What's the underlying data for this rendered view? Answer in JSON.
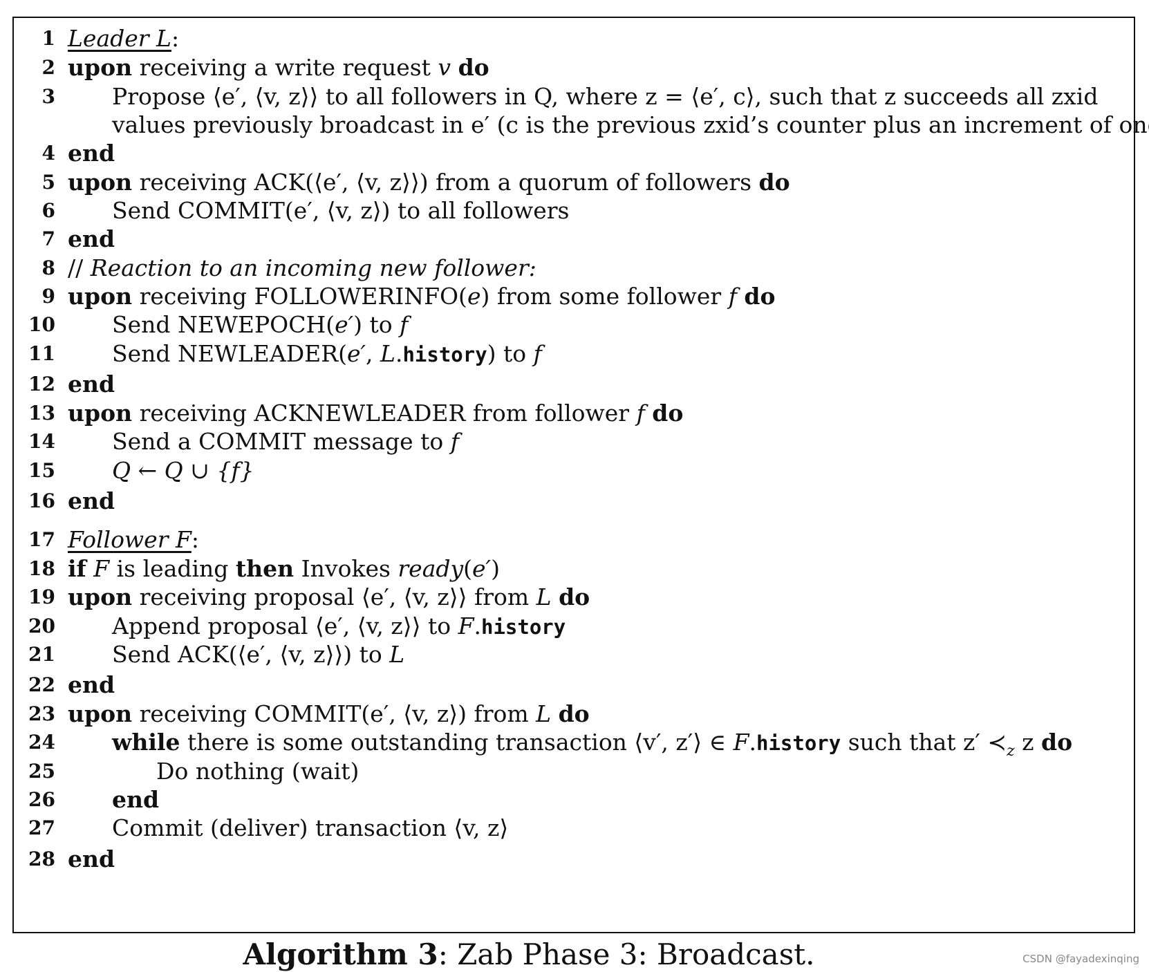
{
  "lines": [
    {
      "n": "1",
      "p": [
        [
          "Leader L",
          "iu"
        ],
        [
          ":",
          ""
        ]
      ]
    },
    {
      "n": "2",
      "p": [
        [
          "upon",
          "b"
        ],
        [
          " receiving a write request ",
          ""
        ],
        [
          "v",
          "i"
        ],
        [
          " ",
          ""
        ],
        [
          "do",
          "b"
        ]
      ]
    },
    {
      "n": "3",
      "p": [
        [
          "Propose ⟨e′, ⟨v, z⟩⟩ to all followers in Q, where z = ⟨e′, c⟩, such that z succeeds all zxid",
          ""
        ]
      ]
    },
    {
      "n": "",
      "p": [
        [
          "values previously broadcast in e′ (c is the previous zxid’s counter plus an increment of one)",
          ""
        ]
      ]
    },
    {
      "n": "4",
      "p": [
        [
          "end",
          "b"
        ]
      ]
    },
    {
      "n": "5",
      "p": [
        [
          "upon",
          "b"
        ],
        [
          " receiving ACK(⟨e′, ⟨v, z⟩⟩) from a quorum of followers ",
          ""
        ],
        [
          "do",
          "b"
        ]
      ]
    },
    {
      "n": "6",
      "p": [
        [
          "Send COMMIT(e′, ⟨v, z⟩) to all followers",
          ""
        ]
      ]
    },
    {
      "n": "7",
      "p": [
        [
          "end",
          "b"
        ]
      ]
    },
    {
      "n": "8",
      "p": [
        [
          "// ",
          ""
        ],
        [
          "Reaction to an incoming new follower:",
          "i"
        ]
      ]
    },
    {
      "n": "9",
      "p": [
        [
          "upon",
          "b"
        ],
        [
          " receiving FOLLOWERINFO(",
          ""
        ],
        [
          "e",
          "i"
        ],
        [
          ") from some follower ",
          ""
        ],
        [
          "f",
          "i"
        ],
        [
          " ",
          ""
        ],
        [
          "do",
          "b"
        ]
      ]
    },
    {
      "n": "10",
      "p": [
        [
          "Send NEWEPOCH(",
          ""
        ],
        [
          "e′",
          "i"
        ],
        [
          ") to ",
          ""
        ],
        [
          "f",
          "i"
        ]
      ]
    },
    {
      "n": "11",
      "p": [
        [
          "Send NEWLEADER(",
          ""
        ],
        [
          "e′",
          "i"
        ],
        [
          ", ",
          ""
        ],
        [
          "L",
          "i"
        ],
        [
          ".",
          ""
        ],
        [
          "history",
          "m"
        ],
        [
          ") to ",
          ""
        ],
        [
          "f",
          "i"
        ]
      ]
    },
    {
      "n": "12",
      "p": [
        [
          "end",
          "b"
        ]
      ]
    },
    {
      "n": "13",
      "p": [
        [
          "upon",
          "b"
        ],
        [
          " receiving ACKNEWLEADER from follower ",
          ""
        ],
        [
          "f",
          "i"
        ],
        [
          " ",
          ""
        ],
        [
          "do",
          "b"
        ]
      ]
    },
    {
      "n": "14",
      "p": [
        [
          "Send a COMMIT message to ",
          ""
        ],
        [
          "f",
          "i"
        ]
      ]
    },
    {
      "n": "15",
      "p": [
        [
          "Q ← Q ∪ {f}",
          "i"
        ]
      ]
    },
    {
      "n": "16",
      "p": [
        [
          "end",
          "b"
        ]
      ]
    },
    {
      "n": "17",
      "p": [
        [
          "Follower F",
          "iu"
        ],
        [
          ":",
          ""
        ]
      ]
    },
    {
      "n": "18",
      "p": [
        [
          "if",
          "b"
        ],
        [
          " ",
          ""
        ],
        [
          "F",
          "i"
        ],
        [
          " is leading ",
          ""
        ],
        [
          "then",
          "b"
        ],
        [
          " Invokes ",
          ""
        ],
        [
          "ready",
          "i"
        ],
        [
          "(",
          ""
        ],
        [
          "e′",
          "i"
        ],
        [
          ")",
          ""
        ]
      ]
    },
    {
      "n": "19",
      "p": [
        [
          "upon",
          "b"
        ],
        [
          " receiving proposal ⟨e′, ⟨v, z⟩⟩ from ",
          ""
        ],
        [
          "L",
          "i"
        ],
        [
          " ",
          ""
        ],
        [
          "do",
          "b"
        ]
      ]
    },
    {
      "n": "20",
      "p": [
        [
          "Append proposal ⟨e′, ⟨v, z⟩⟩ to ",
          ""
        ],
        [
          "F",
          "i"
        ],
        [
          ".",
          ""
        ],
        [
          "history",
          "m"
        ]
      ]
    },
    {
      "n": "21",
      "p": [
        [
          "Send ACK(⟨e′, ⟨v, z⟩⟩) to ",
          ""
        ],
        [
          "L",
          "i"
        ]
      ]
    },
    {
      "n": "22",
      "p": [
        [
          "end",
          "b"
        ]
      ]
    },
    {
      "n": "23",
      "p": [
        [
          "upon",
          "b"
        ],
        [
          " receiving COMMIT(e′, ⟨v, z⟩) from ",
          ""
        ],
        [
          "L",
          "i"
        ],
        [
          " ",
          ""
        ],
        [
          "do",
          "b"
        ]
      ]
    },
    {
      "n": "24",
      "p": [
        [
          "while",
          "b"
        ],
        [
          " there is some outstanding transaction ⟨v′, z′⟩ ∈ ",
          ""
        ],
        [
          "F",
          "i"
        ],
        [
          ".",
          ""
        ],
        [
          "history",
          "m"
        ],
        [
          " such that z′ ≺",
          ""
        ],
        [
          "z",
          "i"
        ],
        [
          " z ",
          ""
        ],
        [
          "do",
          "b"
        ]
      ]
    },
    {
      "n": "25",
      "p": [
        [
          "Do nothing (wait)",
          ""
        ]
      ]
    },
    {
      "n": "26",
      "p": [
        [
          "end",
          "b"
        ]
      ]
    },
    {
      "n": "27",
      "p": [
        [
          "Commit (deliver) transaction ⟨v, z⟩",
          ""
        ]
      ]
    },
    {
      "n": "28",
      "p": [
        [
          "end",
          "b"
        ]
      ]
    }
  ],
  "caption": {
    "label": "Algorithm 3",
    "text": ": Zab Phase 3: Broadcast."
  },
  "watermark": "CSDN @fayadexinqing"
}
